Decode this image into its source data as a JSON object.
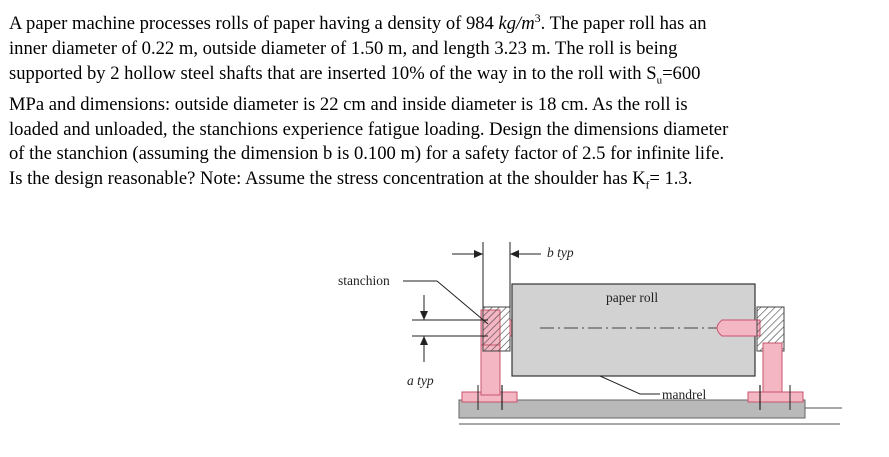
{
  "problem": {
    "lines": [
      "A paper machine processes rolls of paper having a density of 984 ",
      "inner diameter of 0.22 m, outside diameter of 1.50 m, and length 3.23 m. The roll is being",
      "supported by 2 hollow steel shafts that are inserted 10% of the way in to the roll with S",
      "MPa and dimensions: outside diameter is 22 cm and inside diameter is 18 cm. As the roll is",
      "loaded and unloaded, the stanchions experience fatigue loading. Design the dimensions diameter",
      "of the stanchion (assuming the dimension b is 0.100 m) for a safety factor of 2.5 for infinite life.",
      "Is the design reasonable? Note: Assume the stress concentration at the shoulder has K"
    ],
    "density_unit": "kg/m",
    "density_exp": "3",
    "line1_tail": ". The paper roll has an",
    "su_sub": "u",
    "su_tail": "=600",
    "kf_sub": "f",
    "kf_tail": "= 1.3."
  },
  "figure": {
    "labels": {
      "stanchion": "stanchion",
      "b_typ": "b typ",
      "paper_roll": "paper roll",
      "a_typ": "a typ",
      "mandrel": "mandrel"
    },
    "colors": {
      "stanchion_fill": "#f4b6c2",
      "stanchion_stroke": "#c7546d",
      "roll_fill": "#d2d2d2",
      "base_fill": "#b9b9b9",
      "line": "#222222"
    }
  }
}
